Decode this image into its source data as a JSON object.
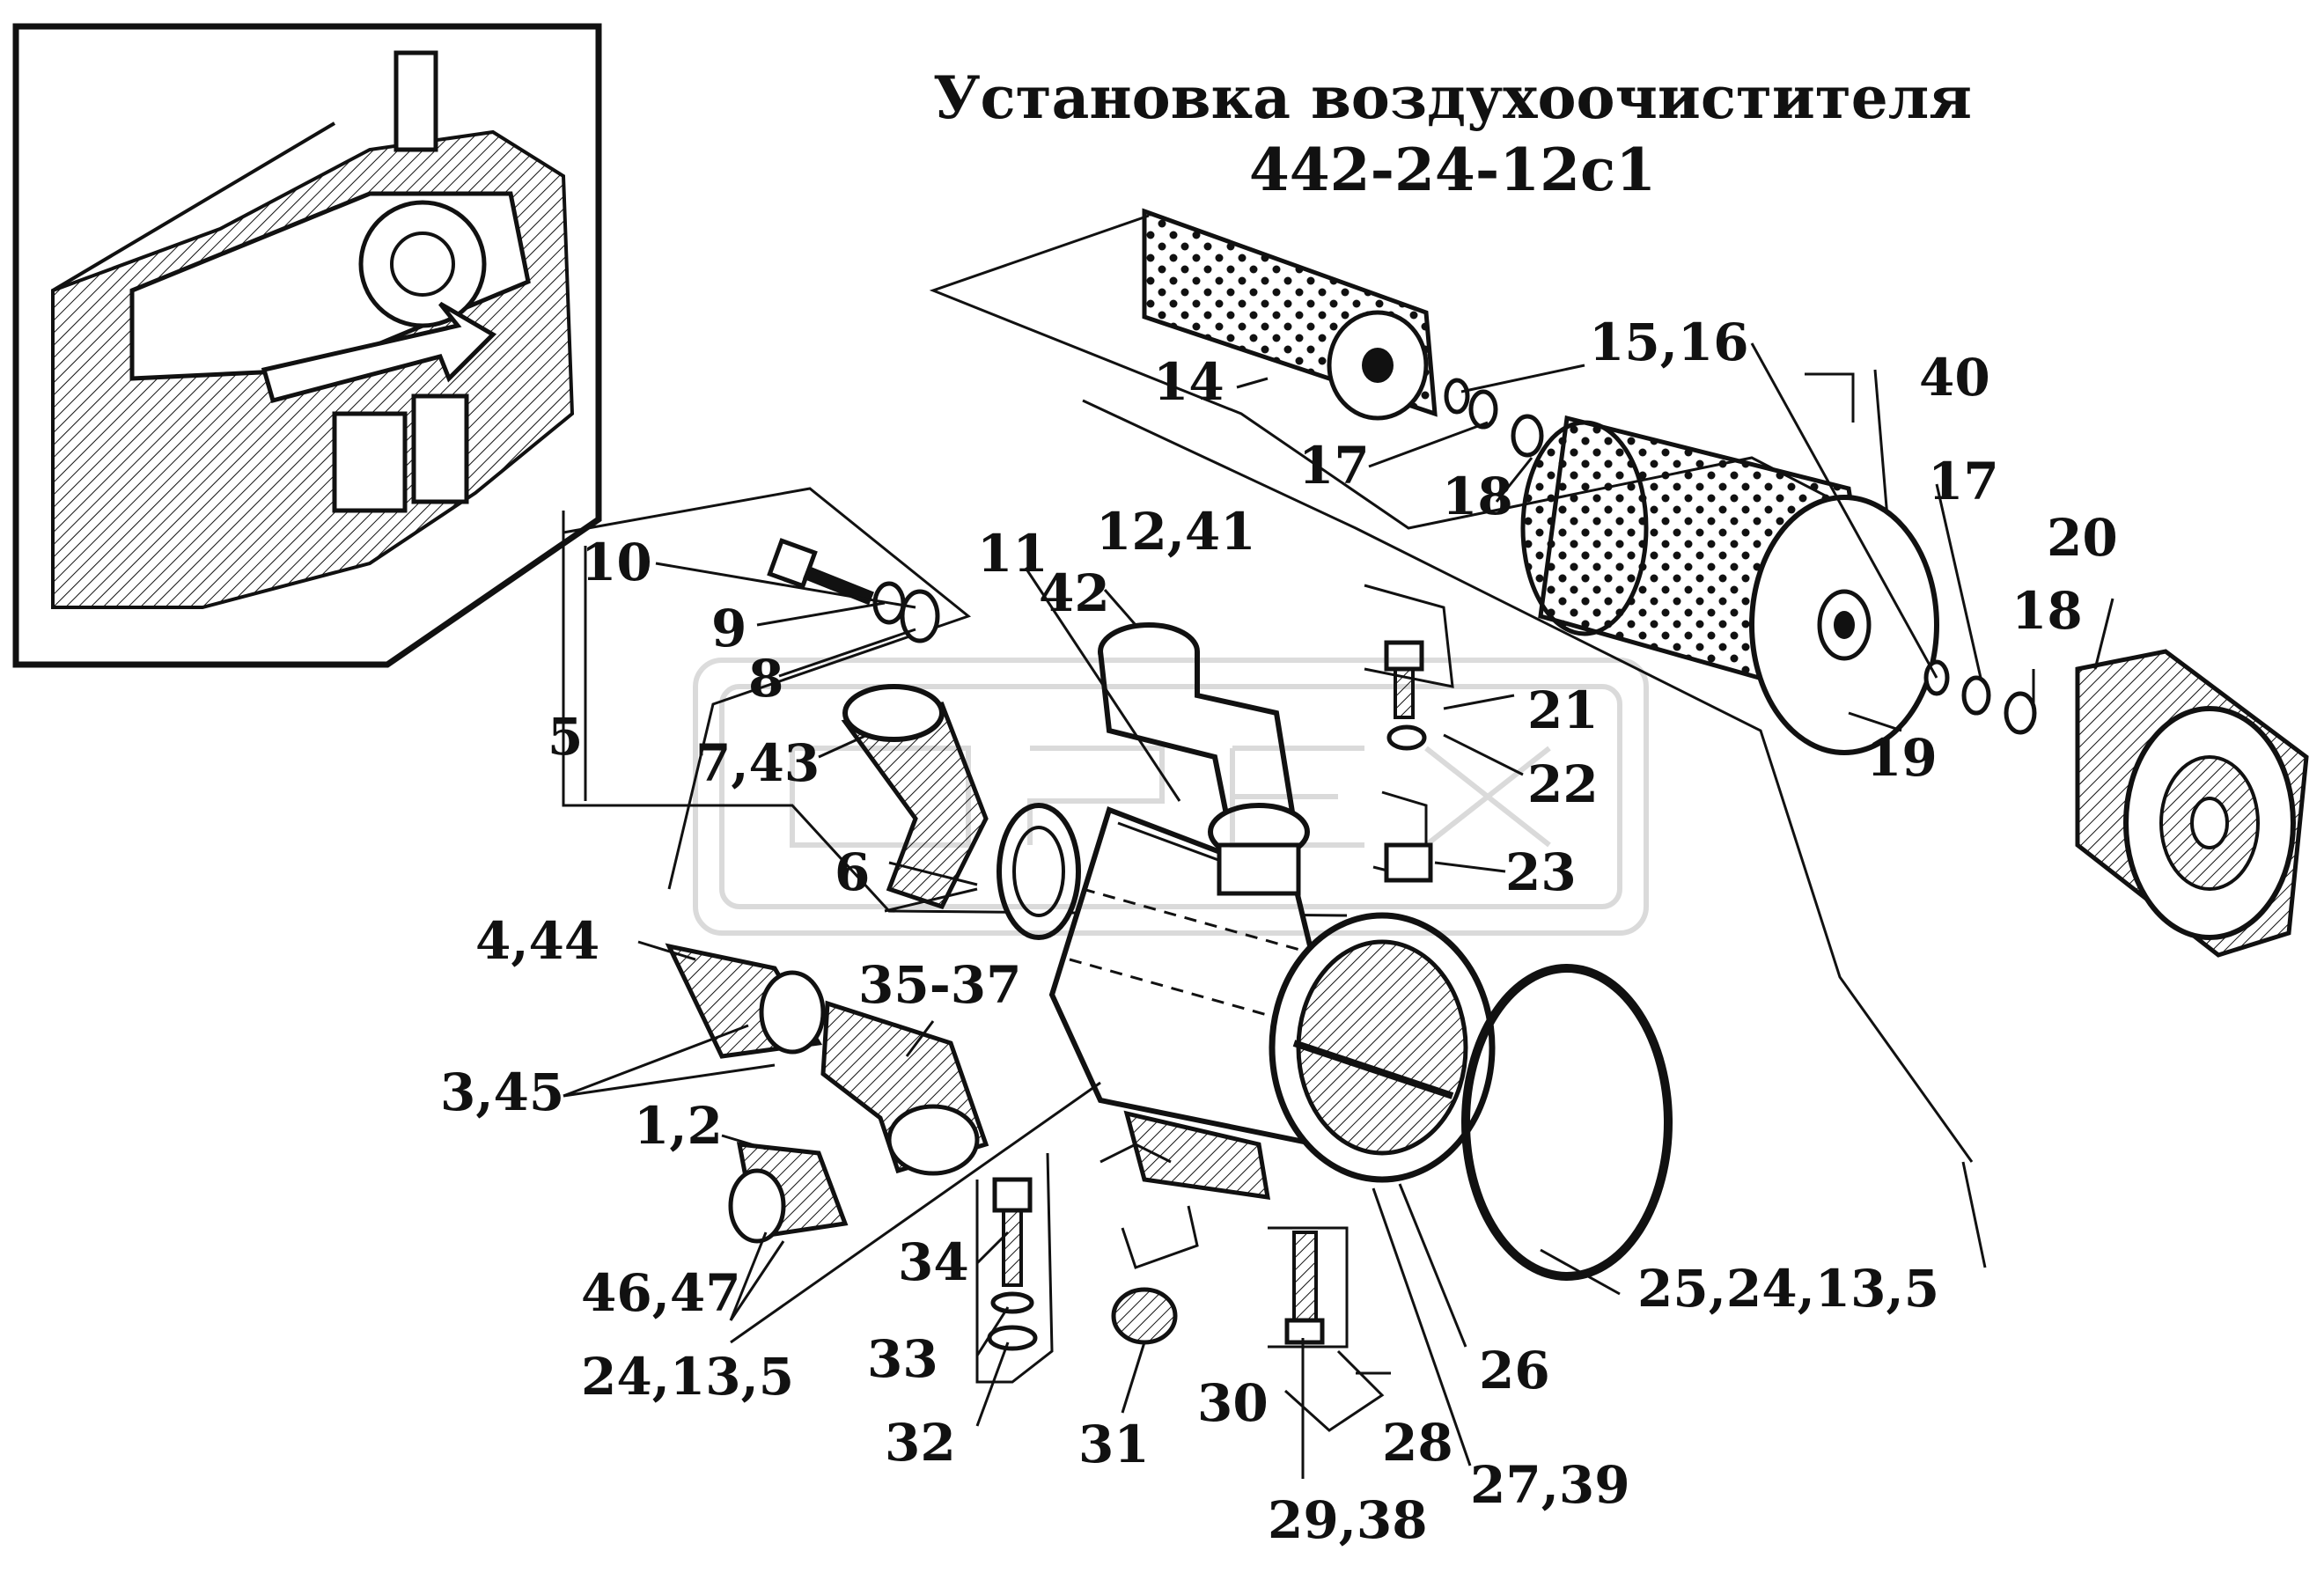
{
  "title": {
    "line1": "Установка воздухоочистителя",
    "line2": "442-24-12с1"
  },
  "callouts": {
    "c1": "10",
    "c2": "9",
    "c3": "8",
    "c4": "5",
    "c5": "7,43",
    "c6": "6",
    "c7": "4,44",
    "c8": "3,45",
    "c9": "1,2",
    "c10": "35-37",
    "c11": "46,47",
    "c12": "24,13,5",
    "c13": "34",
    "c14": "33",
    "c15": "32",
    "c16": "31",
    "c17": "30",
    "c18": "29,38",
    "c19": "28",
    "c20": "27,39",
    "c21": "26",
    "c22": "25,24,13,5",
    "c23": "11",
    "c24": "42",
    "c25": "12,41",
    "c26": "21",
    "c27": "22",
    "c28": "23",
    "c29": "14",
    "c30": "15,16",
    "c31": "17",
    "c32": "18",
    "c33": "19",
    "c34": "40",
    "c35": "17",
    "c36": "20",
    "c37": "18"
  },
  "colors": {
    "ink": "#111111",
    "paper": "#ffffff"
  }
}
